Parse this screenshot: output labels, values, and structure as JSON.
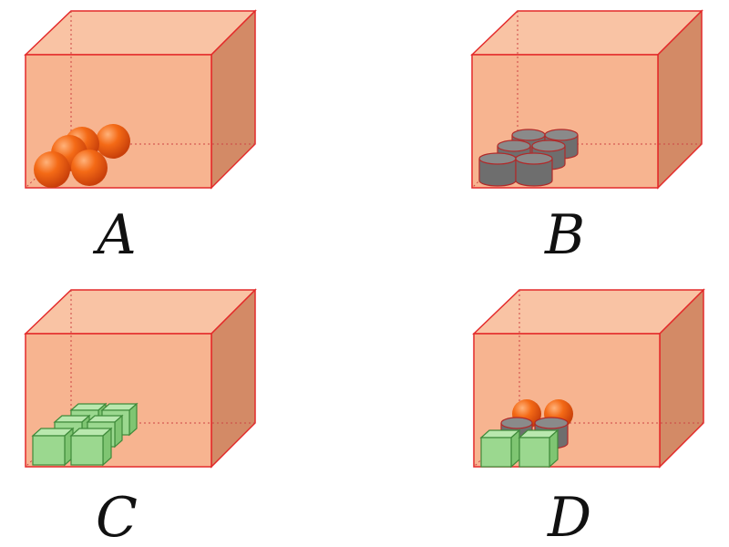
{
  "colors": {
    "box_front": "#f7b08a",
    "box_top": "#f9c3a4",
    "box_side": "#d38a66",
    "edge": "#e32a2a",
    "sphere": "#f2600f",
    "cylinder": "#7a7a7a",
    "cube": "#9bd88f"
  },
  "panels": [
    {
      "label": "A",
      "contents": "spheres",
      "count": 5
    },
    {
      "label": "B",
      "contents": "cylinders",
      "count": 6
    },
    {
      "label": "C",
      "contents": "cubes",
      "count": 6
    },
    {
      "label": "D",
      "contents": "mixed",
      "items": {
        "spheres": 2,
        "cylinders": 2,
        "cubes": 2
      }
    }
  ]
}
